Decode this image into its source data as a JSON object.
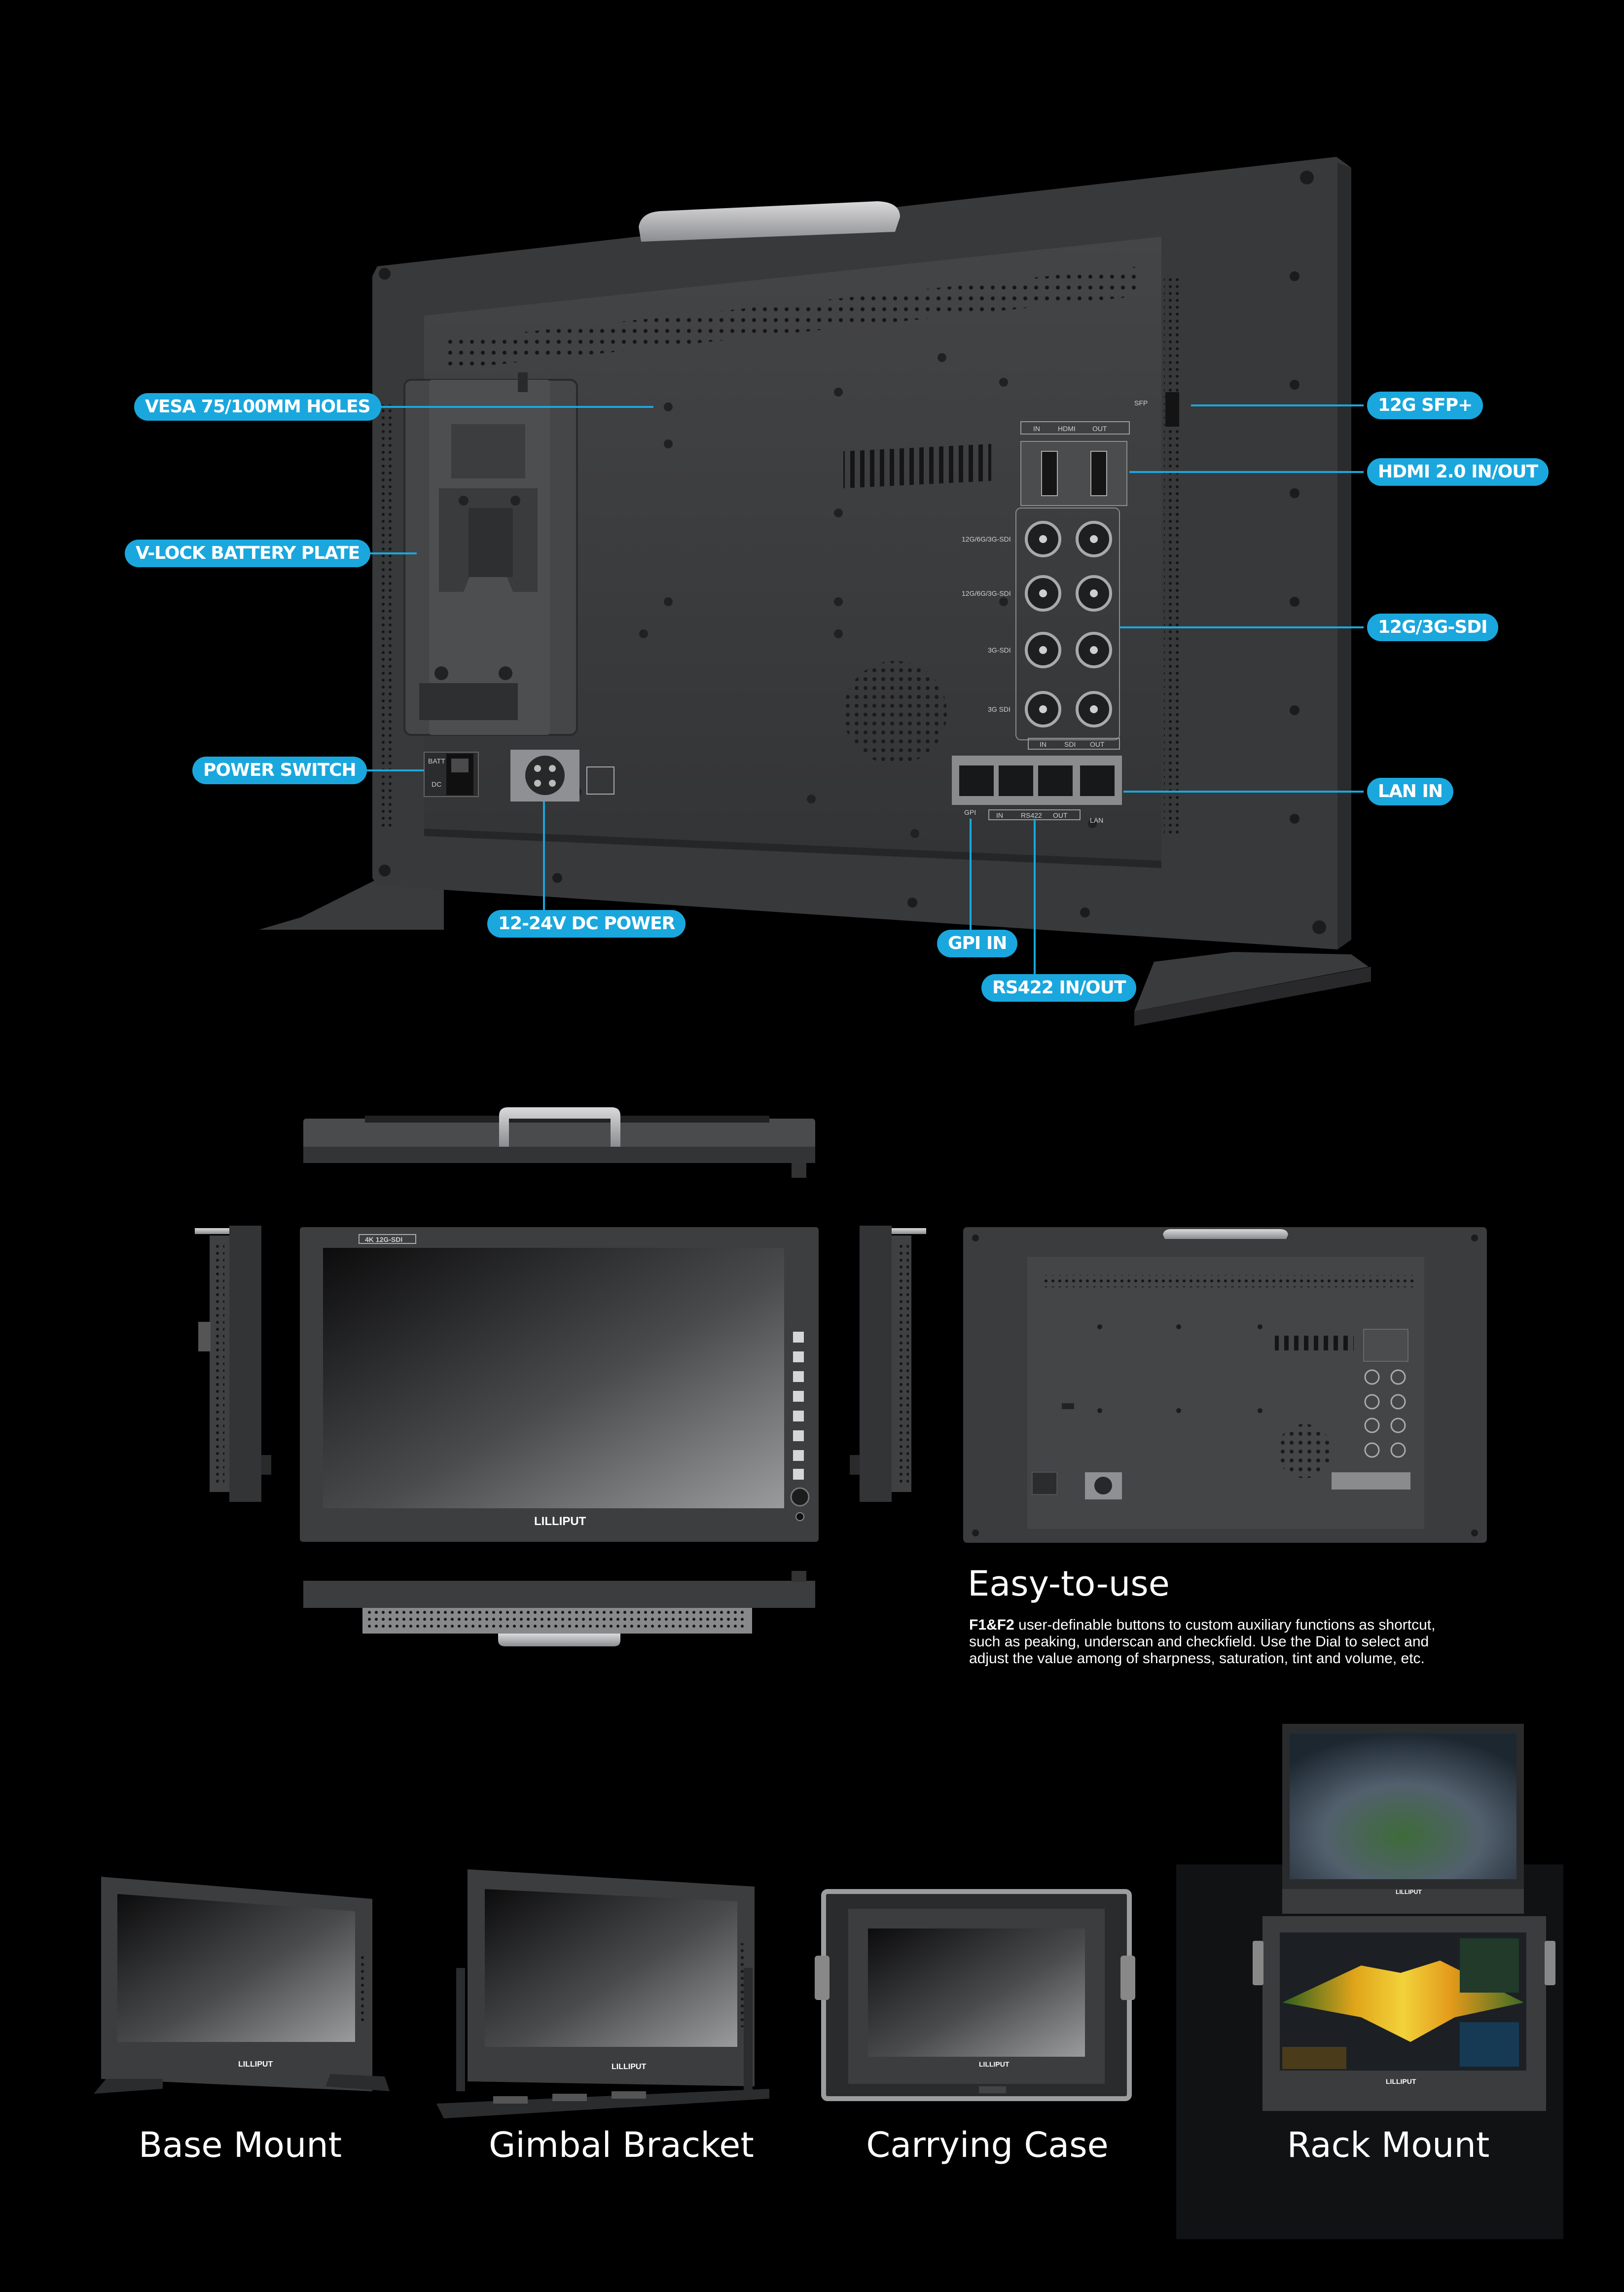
{
  "callouts": {
    "vesa": "VESA 75/100MM HOLES",
    "vlock": "V-LOCK BATTERY PLATE",
    "power_switch": "POWER SWITCH",
    "dc_power": "12-24V DC POWER",
    "sfp": "12G SFP+",
    "hdmi": "HDMI 2.0 IN/OUT",
    "sdi": "12G/3G-SDI",
    "lan": "LAN IN",
    "gpi": "GPI IN",
    "rs422": "RS422 IN/OUT"
  },
  "panel_labels": {
    "sfp": "SFP",
    "hdmi_in": "IN",
    "hdmi": "HDMI",
    "hdmi_out": "OUT",
    "sdi_row1": "12G/6G/3G-SDI",
    "sdi_row2": "12G/6G/3G-SDI",
    "sdi_row3": "3G-SDI",
    "sdi_row4": "3G SDI",
    "sdi_in": "IN",
    "sdi": "SDI",
    "sdi_out": "OUT",
    "gpi": "GPI",
    "rs_in": "IN",
    "rs422": "RS422",
    "rs_out": "OUT",
    "lan": "LAN",
    "batt": "BATT",
    "dc": "DC"
  },
  "brand": "LILLIPUT",
  "front_badge": "4K 12G-SDI",
  "easy": {
    "title": "Easy-to-use",
    "lead": "F1&F2",
    "body": " user-definable buttons to custom auxiliary functions as shortcut, such as peaking, underscan and checkfield. Use the Dial to select and adjust the value among of sharpness, saturation, tint and volume, etc."
  },
  "mounts": [
    {
      "label": "Base Mount"
    },
    {
      "label": "Gimbal Bracket"
    },
    {
      "label": "Carrying Case"
    },
    {
      "label": "Rack Mount"
    }
  ],
  "colors": {
    "accent": "#1aa7dd",
    "body": "#3a3b3d",
    "body_dark": "#2b2c2e",
    "background": "#000000"
  }
}
